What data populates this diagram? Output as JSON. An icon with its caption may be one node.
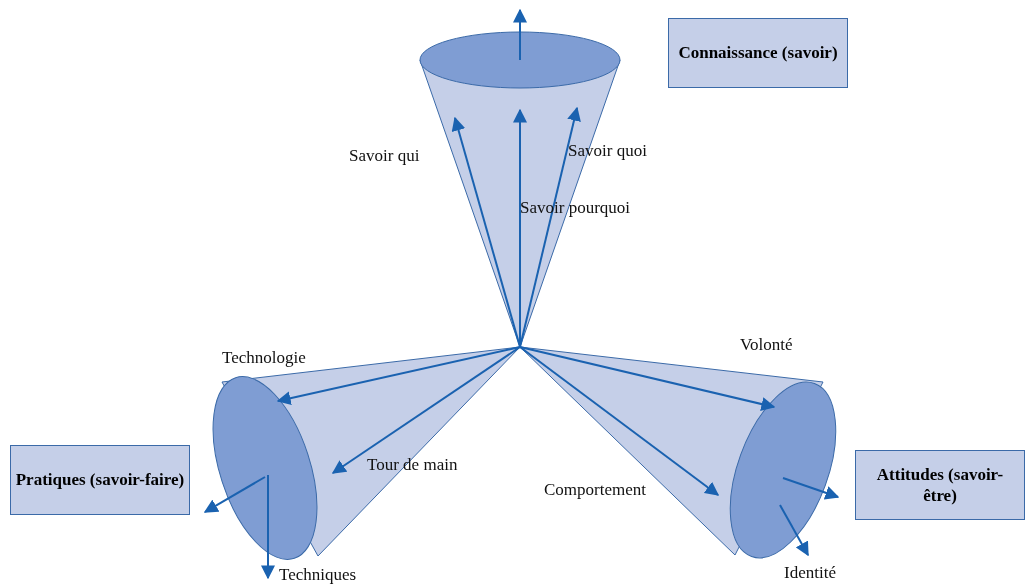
{
  "diagram": {
    "nodes": [
      {
        "text": [
          "Connaissance (savoir)"
        ]
      },
      {
        "text": [
          "Pratiques (savoir-faire)"
        ]
      },
      {
        "text": [
          "Attitudes (savoir-être)"
        ]
      }
    ],
    "labels": [
      "Savoir qui",
      "Savoir quoi",
      "Savoir pourquoi",
      "Technologie",
      "Tour de main",
      "Techniques",
      "Volonté",
      "Comportement",
      "Identité"
    ]
  }
}
